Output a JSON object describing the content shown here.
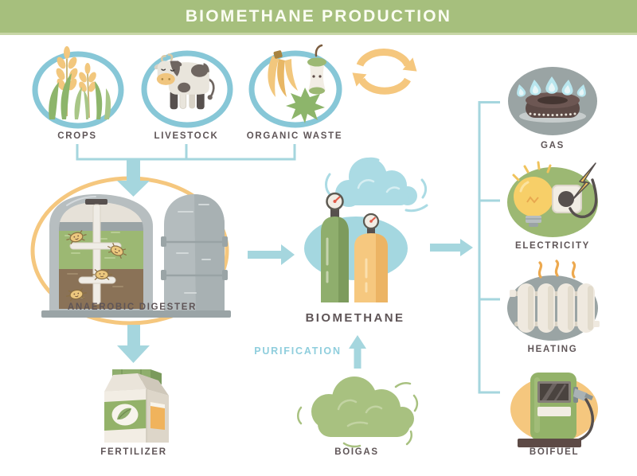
{
  "banner": {
    "title": "BIOMETHANE PRODUCTION"
  },
  "inputs": [
    {
      "label": "CROPS",
      "icon": "crops-icon"
    },
    {
      "label": "LIVESTOCK",
      "icon": "livestock-icon"
    },
    {
      "label": "ORGANIC WASTE",
      "icon": "organic-waste-icon"
    }
  ],
  "process": {
    "digester_label": "ANAEROBIC DIGESTER",
    "fertilizer_label": "FERTILIZER",
    "biomethane_label": "BIOMETHANE",
    "purification_label": "PURIFICATION",
    "biogas_label": "BOIGAS"
  },
  "outputs": [
    {
      "label": "GAS",
      "icon": "gas-burner-icon"
    },
    {
      "label": "ELECTRICITY",
      "icon": "electricity-bulb-icon"
    },
    {
      "label": "HEATING",
      "icon": "heating-radiator-icon"
    },
    {
      "label": "BOIFUEL",
      "icon": "biofuel-pump-icon"
    }
  ],
  "icons": [
    "recycle-arrows-icon",
    "anaerobic-digester-icon",
    "fertilizer-carton-icon",
    "biomethane-cylinders-icon",
    "methane-cloud-icon",
    "biogas-cloud-icon",
    "purification-arrow-icon"
  ],
  "colors": {
    "banner_green": "#a6bf7d",
    "accent_blue": "#a5d6de",
    "ring_blue": "#87c7d7",
    "accent_yellow": "#f5c77e",
    "leaf_green": "#9cb873",
    "gray_oval": "#9aa4a4",
    "label_text": "#5f5557",
    "purification_text": "#8fcedd"
  }
}
